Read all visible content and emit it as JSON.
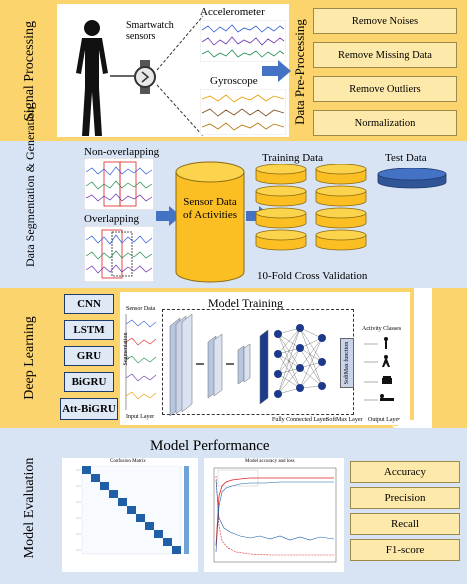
{
  "signal_processing": {
    "title": "Signal Processing",
    "sensors_label": "Smartwatch sensors",
    "accelerometer_label": "Accelerometer",
    "gyroscope_label": "Gyroscope",
    "preprocessing_title": "Data Pre-Processing",
    "steps": [
      "Remove Noises",
      "Remove Missing Data",
      "Remove Outliers",
      "Normalization"
    ]
  },
  "segmentation": {
    "title": "Data Segmentation & Generation",
    "non_overlapping_label": "Non-overlapping",
    "overlapping_label": "Overlapping",
    "cylinder_label": "Sensor Data of Activities",
    "training_label": "Training Data",
    "test_label": "Test Data",
    "cv_label": "10-Fold Cross Validation"
  },
  "deep_learning": {
    "title": "Deep Learning",
    "models": [
      "CNN",
      "LSTM",
      "GRU",
      "BiGRU",
      "Att-BiGRU"
    ],
    "training_title": "Model Training",
    "sensor_data_label": "Sensor Data",
    "segmentation_label": "Segmentation",
    "input_layer_label": "Input Layer",
    "fc_label": "Fully Connected Layer",
    "softmax_label": "SoftMax Layer",
    "softmax_box_label": "SoftMax function",
    "output_label": "Output Layer",
    "activity_classes_label": "Activity Classes"
  },
  "evaluation": {
    "title": "Model Evaluation",
    "performance_title": "Model Performance",
    "confusion_title": "Confusion Matrix",
    "curve_title": "Model accuracy and loss",
    "metrics": [
      "Accuracy",
      "Precision",
      "Recall",
      "F1-score"
    ]
  },
  "colors": {
    "yellow_band": "#fbd46d",
    "blue_band": "#d8e3f3",
    "cylinder": "#fbbf24",
    "arrow": "#4472c4",
    "test_cylinder": "#2f5597"
  }
}
